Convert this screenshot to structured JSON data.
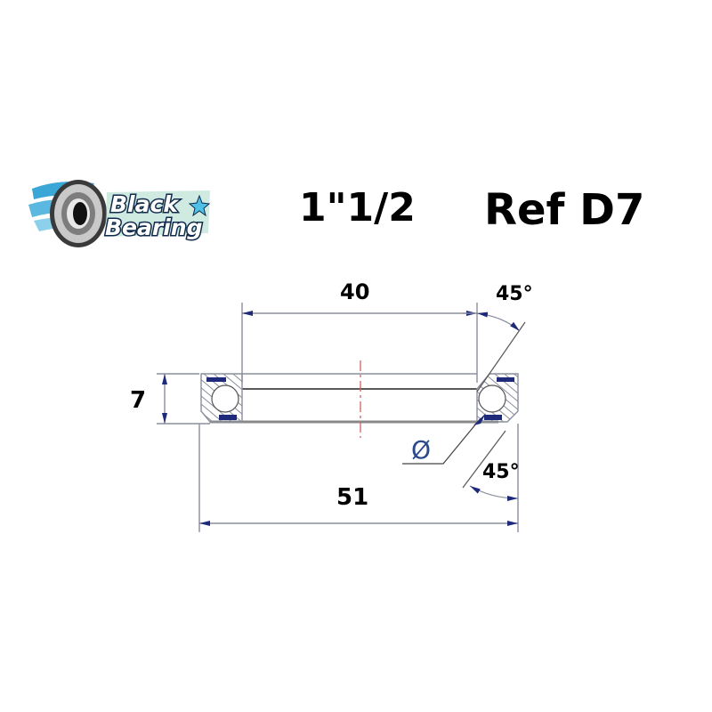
{
  "logo": {
    "brand_line1": "Black",
    "brand_line2": "Bearing",
    "icon": "bearing-logo-icon",
    "colors": {
      "wing": "#3ba7d6",
      "text_fill": "#ffffff",
      "text_stroke": "#0f2a4a",
      "star": "#4fc1e9"
    }
  },
  "header": {
    "size": "1\"1/2",
    "reference": "Ref D7"
  },
  "drawing": {
    "type": "headset bearing technical drawing",
    "dimensions": {
      "inner_diameter": "40",
      "outer_diameter": "51",
      "height": "7",
      "top_chamfer_angle": "45°",
      "bottom_chamfer_angle": "45°",
      "diameter_symbol": "Ø"
    },
    "colors": {
      "outline": "#8a8f9c",
      "arrow": "#1f2a7a",
      "seal": "#1f2a7a",
      "centerline": "#d06060",
      "hatch": "#8a8f9c"
    }
  }
}
